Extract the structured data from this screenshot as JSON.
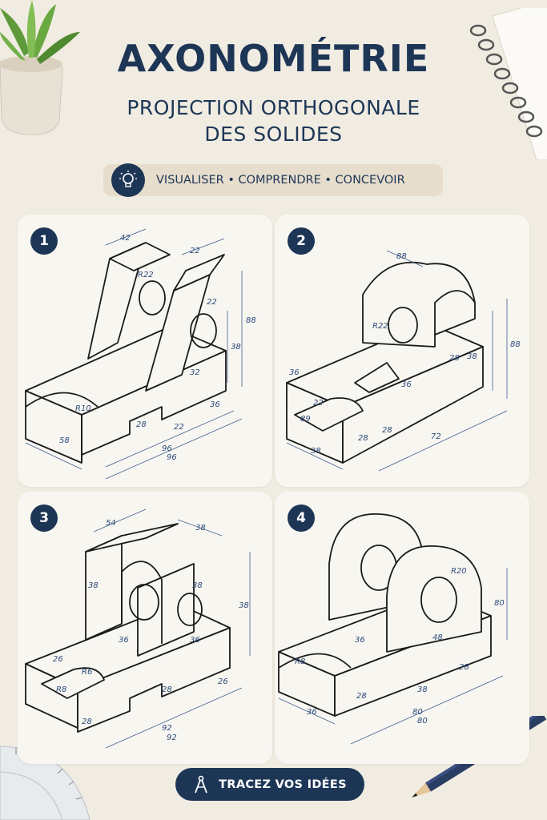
{
  "header": {
    "title": "AXONOMÉTRIE",
    "subtitle_line1": "PROJECTION ORTHOGONALE",
    "subtitle_line2": "DES SOLIDES",
    "tagline": "VISUALISER • COMPRENDRE • CONCEVOIR"
  },
  "cards": [
    {
      "number": "1",
      "dims": [
        "42",
        "22",
        "R22",
        "22",
        "88",
        "38",
        "R10",
        "32",
        "28",
        "22",
        "36",
        "96",
        "96",
        "58"
      ]
    },
    {
      "number": "2",
      "dims": [
        "88",
        "R22",
        "28",
        "38",
        "88",
        "36",
        "22",
        "89",
        "36",
        "28",
        "28",
        "72",
        "38"
      ]
    },
    {
      "number": "3",
      "dims": [
        "54",
        "38",
        "38",
        "38",
        "38",
        "R6",
        "26",
        "R8",
        "36",
        "36",
        "28",
        "26",
        "28",
        "92",
        "92"
      ]
    },
    {
      "number": "4",
      "dims": [
        "R20",
        "80",
        "36",
        "48",
        "R8",
        "28",
        "28",
        "38",
        "80",
        "80",
        "36"
      ]
    }
  ],
  "cta": {
    "label": "TRACEZ VOS IDÉES",
    "icon": "compass-icon"
  },
  "decor": [
    "plant-icon",
    "notebook-spiral-icon",
    "ruler-protractor-icon",
    "pencil-icon",
    "lightbulb-icon"
  ],
  "colors": {
    "navy": "#1d3656",
    "paper": "#f1ece2",
    "card": "#f8f6f1",
    "dimension": "#3e5f8f"
  }
}
